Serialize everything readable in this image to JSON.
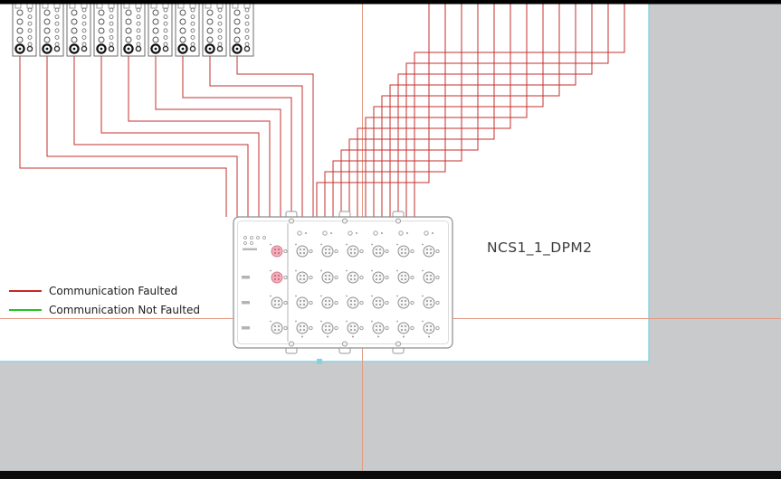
{
  "window": {
    "background_color": "#c9cacb",
    "top_bar_color": "#000000",
    "bottom_bar_color": "#0b0b0b",
    "page_color": "#ffffff",
    "page_border_color": "#85d2e3",
    "guide_color": "#e29a84"
  },
  "legend": {
    "items": [
      {
        "id": "faulted",
        "label": "Communication Faulted",
        "color": "#c62828"
      },
      {
        "id": "not_faulted",
        "label": "Communication Not Faulted",
        "color": "#21c421"
      }
    ]
  },
  "diagram": {
    "device_label": "NCS1_1_DPM2",
    "wire_color": "#c62f2f",
    "module_count": 9,
    "wire_status": "faulted",
    "highlight_port_color": "#f3aebd"
  }
}
